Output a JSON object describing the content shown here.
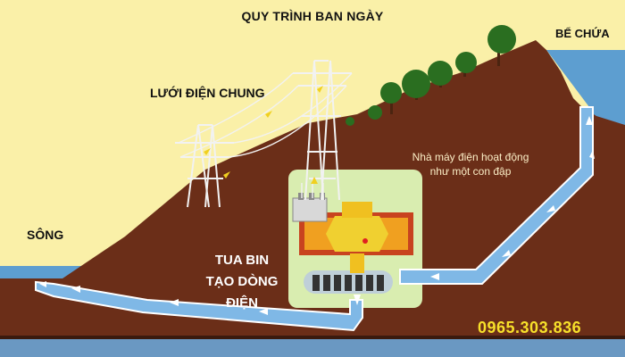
{
  "labels": {
    "title": "QUY TRÌNH BAN NGÀY",
    "grid": "LƯỚI ĐIỆN CHUNG",
    "reservoir": "BỂ CHỨA",
    "river": "SÔNG",
    "plant_line1": "Nhà máy điện hoạt động",
    "plant_line2": "như một con đập",
    "turbine_line1": "TUA BIN",
    "turbine_line2": "TẠO DÒNG ĐIỆN",
    "phone": "0965.303.836"
  },
  "colors": {
    "sky": "#faf0a8",
    "mountain": "#6b2e18",
    "water": "#5d9ed0",
    "powerhouse": "#d9edb0",
    "generator": "#f0c020",
    "tower": "#f2f2f2",
    "tree": "#2a6e20",
    "phone": "#f7e02a"
  },
  "icons": [
    "power-tower-icon",
    "tree-icon",
    "generator-icon",
    "turbine-icon",
    "flow-arrow-icon",
    "spark-icon"
  ]
}
